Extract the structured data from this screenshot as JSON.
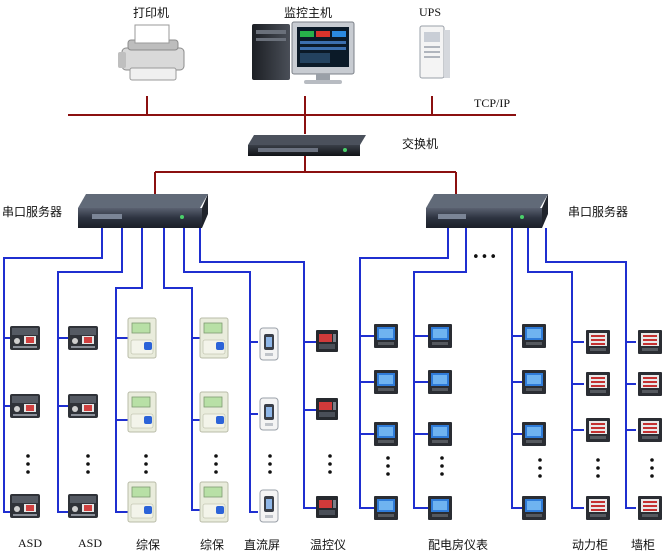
{
  "labels": {
    "printer": "打印机",
    "monitor_host": "监控主机",
    "ups": "UPS",
    "network": "TCP/IP",
    "switch": "交换机",
    "serial_server_left": "串口服务器",
    "serial_server_right": "串口服务器",
    "ellipsis": "•••",
    "bottom": [
      "ASD",
      "ASD",
      "综保",
      "综保",
      "直流屏",
      "温控仪",
      "配电房仪表",
      "动力柜",
      "墙柜"
    ]
  },
  "colors": {
    "network_line": "#8b1010",
    "serial_line": "#1f2fd0",
    "server_body": "#2e3440",
    "device_dark": "#2f3238",
    "lcd_blue": "#2b63d8",
    "protection_body": "#e9ecdc",
    "lcd_green": "#b8e0a6"
  }
}
